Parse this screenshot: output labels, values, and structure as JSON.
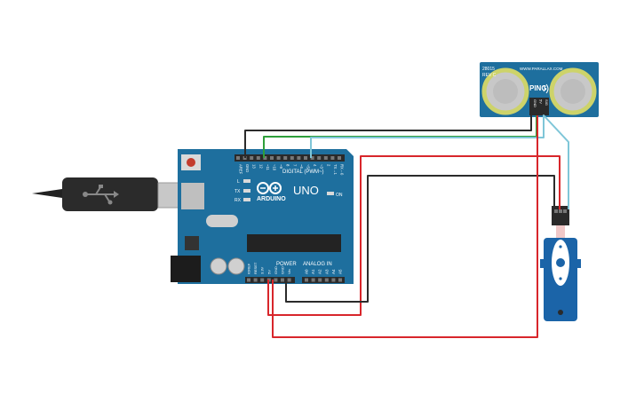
{
  "board": {
    "brand": "ARDUINO",
    "model": "UNO",
    "digital_label": "DIGITAL (PWM~)",
    "power_label": "POWER",
    "analog_label": "ANALOG IN",
    "l_label": "L",
    "tx_label": "TX",
    "rx_label": "RX",
    "on_label": "ON",
    "digital_pins": [
      "AREF",
      "GND",
      "13",
      "12",
      "~11",
      "~10",
      "~9",
      "8",
      "7",
      "~6",
      "~5",
      "4",
      "~3",
      "2",
      "TX→1",
      "RX←0"
    ],
    "power_pins": [
      "IOREF",
      "RESET",
      "3.3V",
      "5V",
      "GND",
      "GND",
      "Vin"
    ],
    "analog_pins": [
      "A0",
      "A1",
      "A2",
      "A3",
      "A4",
      "A5"
    ],
    "colors": {
      "pcb": "#1e6f9e",
      "pcb_dark": "#155879",
      "header": "#2a2a2a"
    }
  },
  "sensor": {
    "brand_line1": "28015",
    "brand_line2": "REV C",
    "site": "WWW.PARALLAX.COM",
    "name": "PING",
    "pins": [
      "GND",
      "5V",
      "SIG"
    ],
    "colors": {
      "pcb": "#1e6f9e",
      "ring": "#cdd36a"
    }
  },
  "servo": {
    "colors": {
      "body": "#1b64a8",
      "horn": "#ffffff"
    }
  },
  "usb_cable": {
    "icon": "usb-plug-icon"
  },
  "wire_colors": {
    "black": "#2b2b2b",
    "red": "#d8262b",
    "green": "#2e9e3a",
    "cyan": "#7fc6d8"
  }
}
